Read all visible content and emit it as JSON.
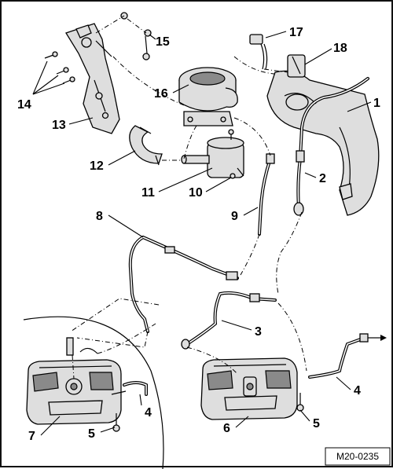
{
  "diagram": {
    "reference_code": "M20-0235",
    "callouts": {
      "c1": "1",
      "c2": "2",
      "c3": "3",
      "c4a": "4",
      "c4b": "4",
      "c5a": "5",
      "c5b": "5",
      "c6": "6",
      "c7": "7",
      "c8": "8",
      "c9": "9",
      "c10": "10",
      "c11": "11",
      "c12": "12",
      "c13": "13",
      "c14": "14",
      "c15": "15",
      "c16": "16",
      "c17": "17",
      "c18": "18"
    }
  }
}
